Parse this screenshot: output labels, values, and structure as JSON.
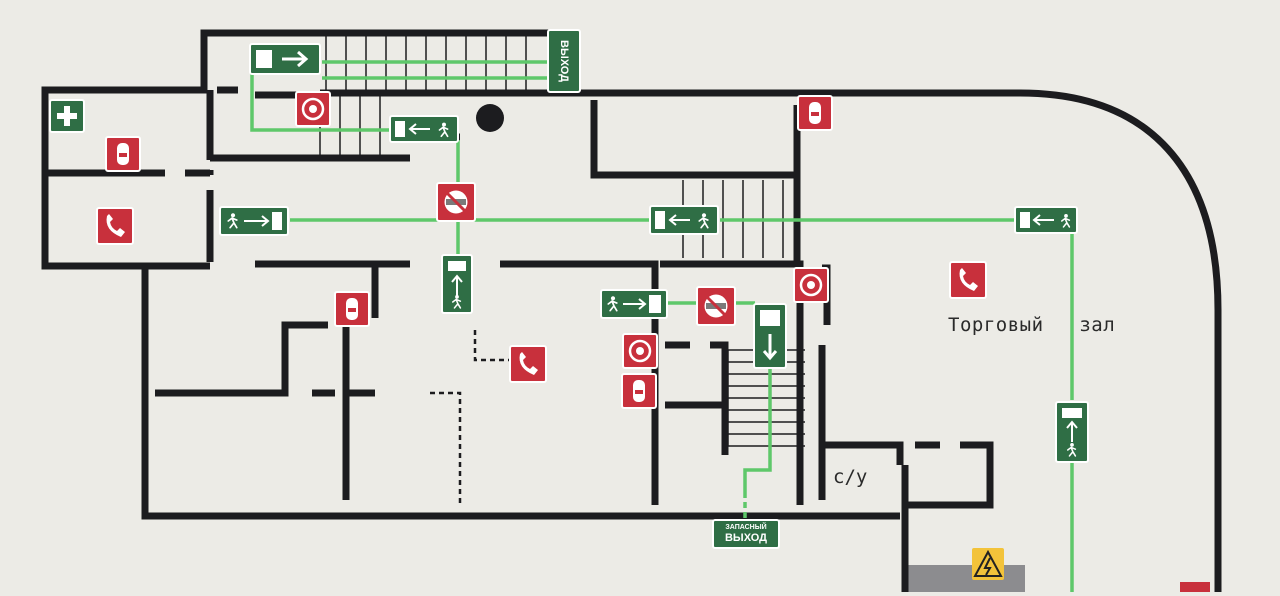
{
  "plan": {
    "room_label": "Торговый   зал",
    "wc_label": "с/у",
    "exit_sign_top": "ВЫХОД",
    "exit_sign_bottom_small": "ЗАПАСНЫЙ",
    "exit_sign_bottom_big": "ВЫХОД"
  },
  "colors": {
    "wall": "#1c1c1f",
    "route": "#5ec86a",
    "exit_sign": "#2f6e45",
    "fire_sign": "#c8303c",
    "background": "#ecebe6"
  },
  "icons": [
    "first-aid-icon",
    "fire-extinguisher-icon",
    "fire-alarm-button-icon",
    "fire-phone-icon",
    "no-smoking-icon",
    "running-man-exit-icon",
    "arrow-icon",
    "high-voltage-warning-icon"
  ]
}
